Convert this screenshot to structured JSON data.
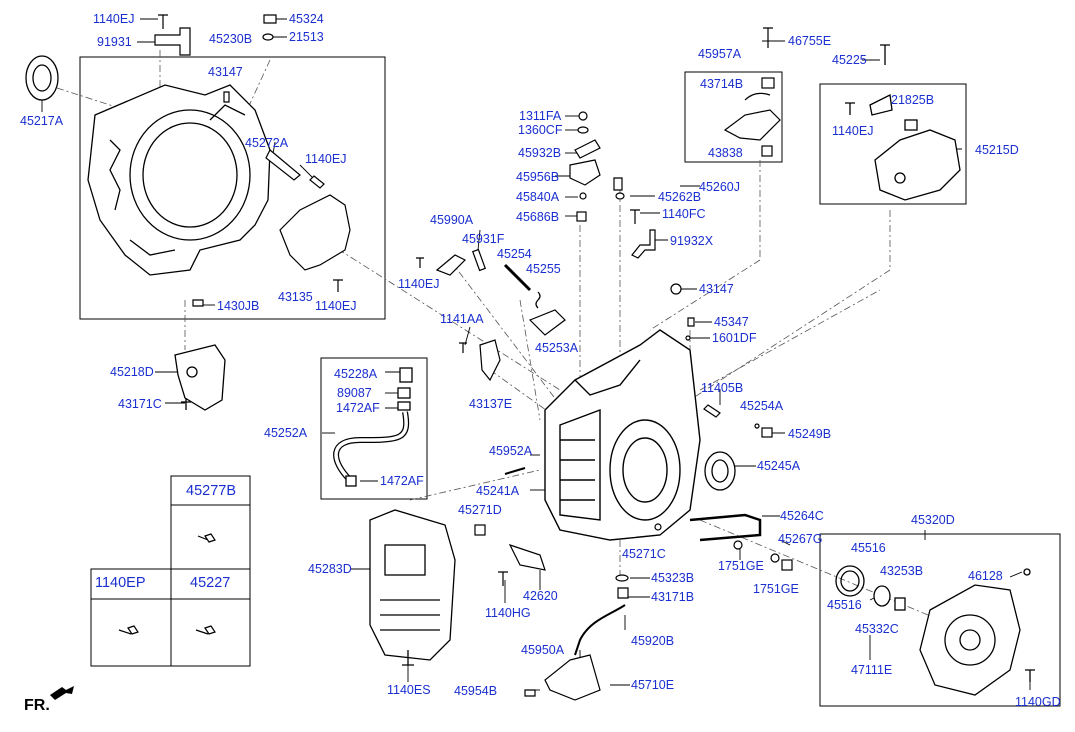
{
  "colors": {
    "label": "#1a2fd0",
    "line": "#000000",
    "leader_dashed": "#555555"
  },
  "diagram": {
    "footer_label": "FR.",
    "parts": [
      "1140EJ",
      "45324",
      "21513",
      "91931",
      "45230B",
      "45217A",
      "43147",
      "45272A",
      "1140EJ",
      "43135",
      "1140EJ",
      "1430JB",
      "45218D",
      "43171C",
      "45957A",
      "46755E",
      "43714B",
      "43838",
      "45225",
      "21825B",
      "1140EJ",
      "45215D",
      "1311FA",
      "1360CF",
      "45932B",
      "45956B",
      "45840A",
      "45686B",
      "45262B",
      "45260J",
      "1140FC",
      "91932X",
      "45990A",
      "45931F",
      "45254",
      "45255",
      "1140EJ",
      "45253A",
      "43147",
      "45347",
      "1601DF",
      "1141AA",
      "43137E",
      "45228A",
      "89087",
      "1472AF",
      "45252A",
      "1472AF",
      "11405B",
      "45254A",
      "45249B",
      "45952A",
      "45245A",
      "45241A",
      "45271D",
      "45264C",
      "45267G",
      "1751GE",
      "1751GE",
      "45271C",
      "45323B",
      "43171B",
      "1140HG",
      "42620",
      "45920B",
      "45283D",
      "45950A",
      "45710E",
      "45954B",
      "1140ES",
      "45320D",
      "45516",
      "45516",
      "43253B",
      "46128",
      "45332C",
      "47111E",
      "1140GD"
    ],
    "table": {
      "cells": [
        "45277B",
        "1140EP",
        "45227"
      ]
    }
  }
}
